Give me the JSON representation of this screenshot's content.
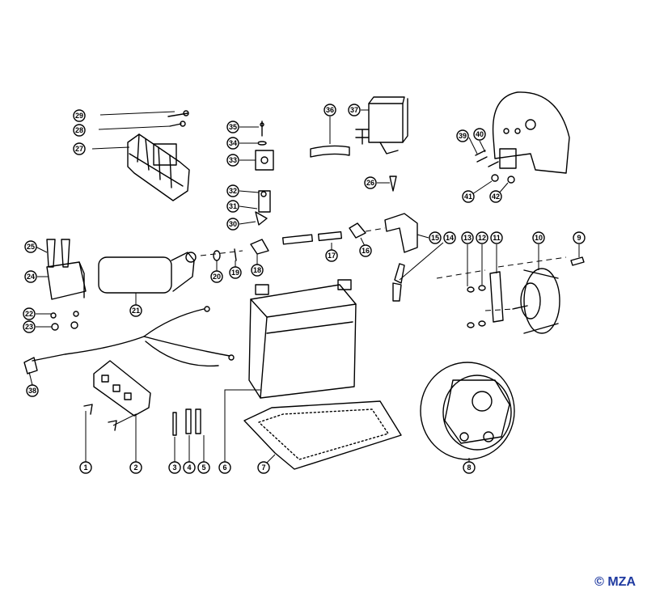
{
  "callouts": [
    "1",
    "2",
    "3",
    "4",
    "5",
    "6",
    "7",
    "8",
    "9",
    "10",
    "11",
    "12",
    "13",
    "14",
    "15",
    "16",
    "17",
    "18",
    "19",
    "20",
    "21",
    "22",
    "23",
    "24",
    "25",
    "26",
    "27",
    "28",
    "29",
    "30",
    "31",
    "32",
    "33",
    "34",
    "35",
    "36",
    "37",
    "38",
    "39",
    "40",
    "41",
    "42"
  ],
  "copyright": "© MZA"
}
